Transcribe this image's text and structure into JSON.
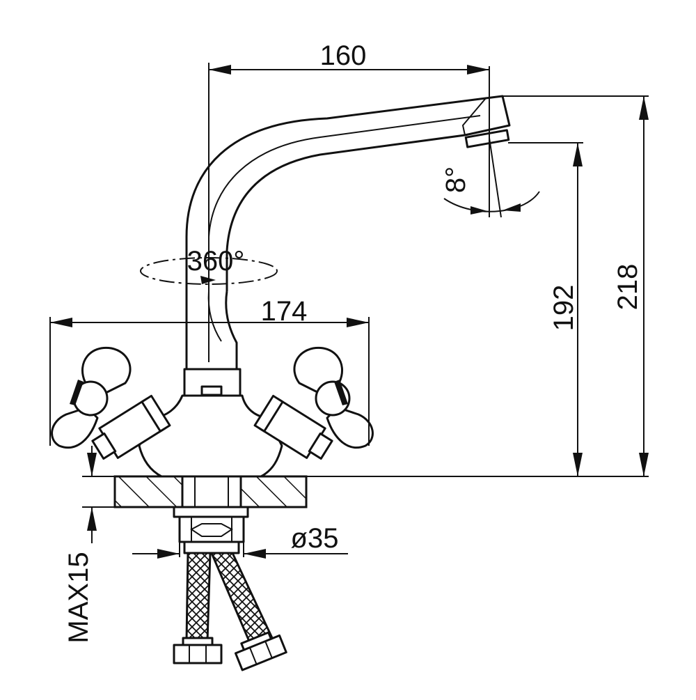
{
  "dimensions": {
    "spout_reach": "160",
    "total_height": "218",
    "spout_height": "192",
    "handle_span": "174",
    "rotation": "360°",
    "tilt": "8°",
    "hole_diameter": "ø35",
    "max_countertop": "MAX15"
  },
  "colors": {
    "line": "#111111",
    "background": "#ffffff"
  }
}
